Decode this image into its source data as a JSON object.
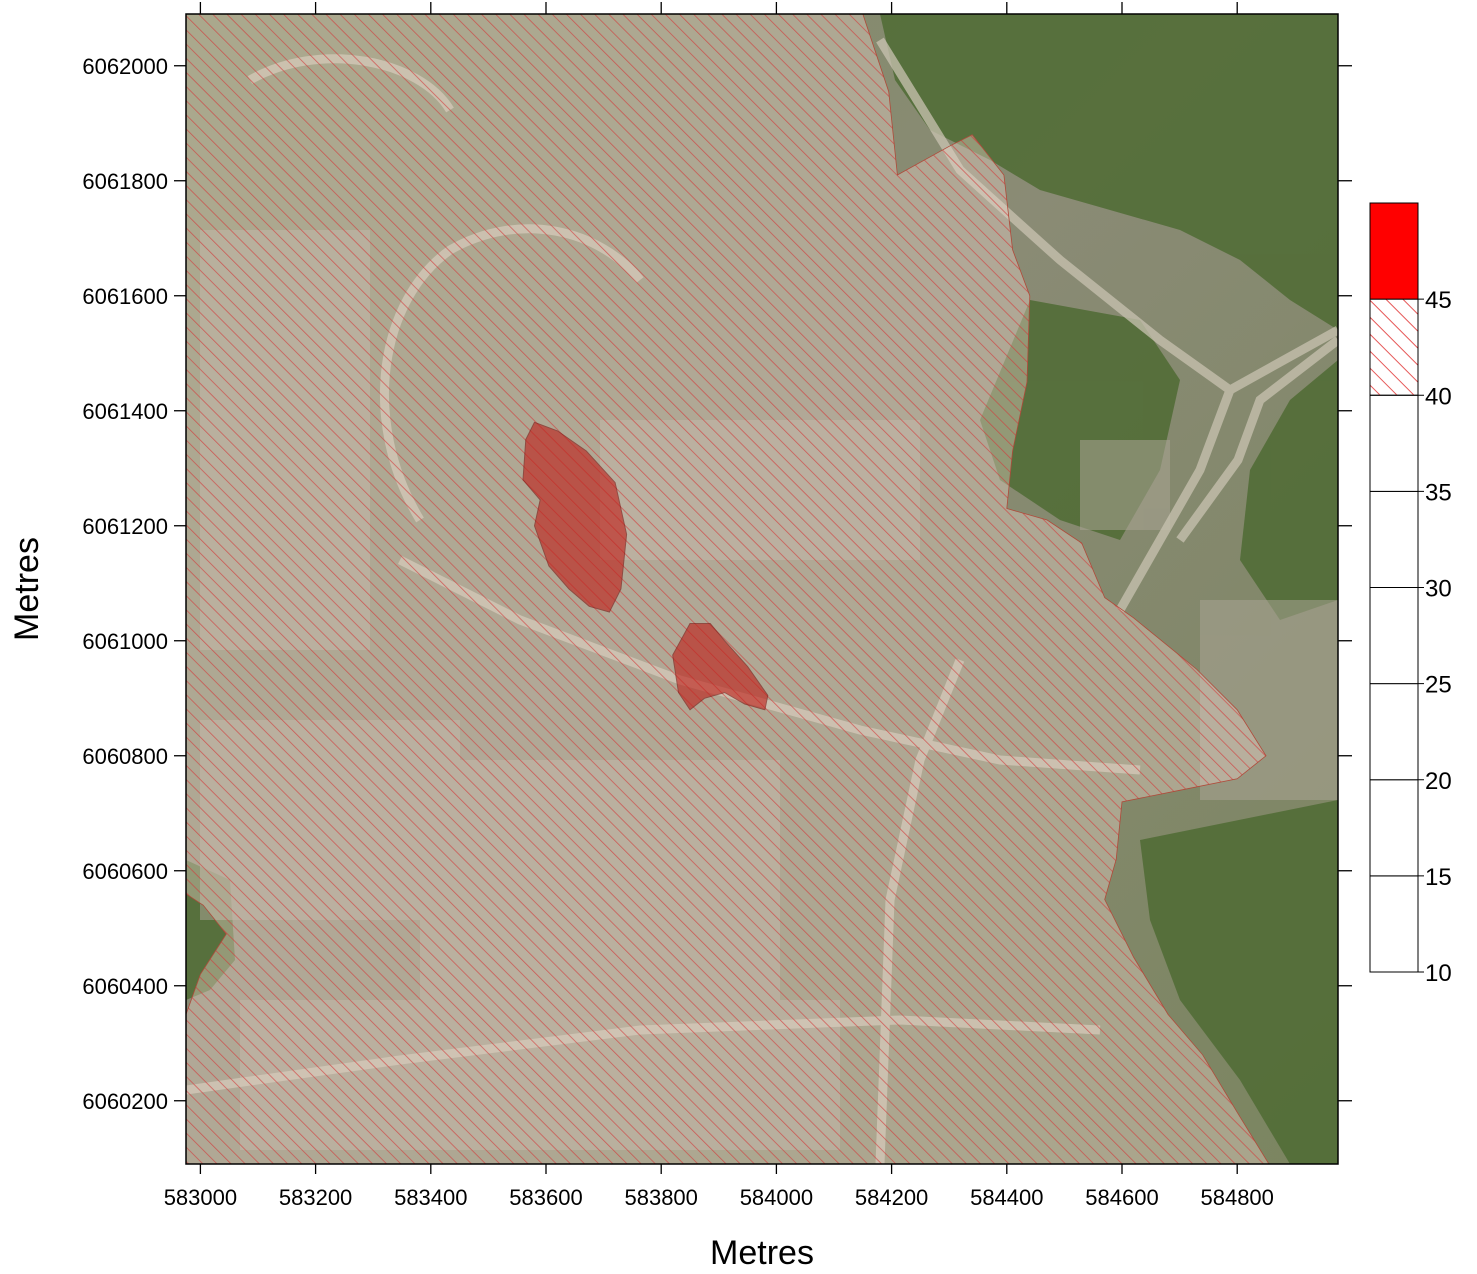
{
  "chart_data": {
    "type": "map",
    "xlabel": "Metres",
    "ylabel": "Metres",
    "xlim": [
      582975,
      584975
    ],
    "ylim": [
      6060090,
      6062090
    ],
    "x_ticks": [
      583000,
      583200,
      583400,
      583600,
      583800,
      584000,
      584200,
      584400,
      584600,
      584800
    ],
    "y_ticks": [
      6060200,
      6060400,
      6060600,
      6060800,
      6061000,
      6061200,
      6061400,
      6061600,
      6061800,
      6062000
    ],
    "x_tick_labels": [
      "583000",
      "583200",
      "583400",
      "583600",
      "583800",
      "584000",
      "584200",
      "584400",
      "584600",
      "584800"
    ],
    "y_tick_labels": [
      "6060200",
      "6060400",
      "6060600",
      "6060800",
      "6061000",
      "6061200",
      "6061400",
      "6061600",
      "6061800",
      "6062000"
    ],
    "legend": {
      "placement": "right",
      "bins": [
        {
          "from": 10,
          "to": 15,
          "fill": "none"
        },
        {
          "from": 15,
          "to": 20,
          "fill": "none"
        },
        {
          "from": 20,
          "to": 25,
          "fill": "none"
        },
        {
          "from": 25,
          "to": 30,
          "fill": "none"
        },
        {
          "from": 30,
          "to": 35,
          "fill": "none"
        },
        {
          "from": 35,
          "to": 40,
          "fill": "none"
        },
        {
          "from": 40,
          "to": 45,
          "fill": "hatch"
        },
        {
          "from": 45,
          "to": null,
          "fill": "solid"
        }
      ],
      "labels": [
        "10",
        "15",
        "20",
        "25",
        "30",
        "35",
        "40",
        "45"
      ]
    },
    "zones": [
      {
        "class": "40-45",
        "fill": "hatch",
        "polygon": [
          [
            582975,
            6062090
          ],
          [
            584150,
            6062090
          ],
          [
            584195,
            6061955
          ],
          [
            584210,
            6061810
          ],
          [
            584300,
            6061860
          ],
          [
            584340,
            6061880
          ],
          [
            584395,
            6061810
          ],
          [
            584410,
            6061680
          ],
          [
            584440,
            6061600
          ],
          [
            584435,
            6061450
          ],
          [
            584410,
            6061330
          ],
          [
            584400,
            6061230
          ],
          [
            584470,
            6061210
          ],
          [
            584530,
            6061170
          ],
          [
            584570,
            6061075
          ],
          [
            584620,
            6061040
          ],
          [
            584730,
            6060950
          ],
          [
            584800,
            6060880
          ],
          [
            584850,
            6060800
          ],
          [
            584800,
            6060760
          ],
          [
            584700,
            6060740
          ],
          [
            584600,
            6060720
          ],
          [
            584590,
            6060620
          ],
          [
            584570,
            6060550
          ],
          [
            584620,
            6060450
          ],
          [
            584680,
            6060350
          ],
          [
            584740,
            6060280
          ],
          [
            584800,
            6060180
          ],
          [
            584855,
            6060090
          ],
          [
            582975,
            6060090
          ],
          [
            582975,
            6060350
          ],
          [
            583000,
            6060420
          ],
          [
            583045,
            6060490
          ],
          [
            583005,
            6060540
          ],
          [
            582975,
            6060560
          ]
        ]
      },
      {
        "class": "45+",
        "fill": "solid",
        "polygon": [
          [
            583580,
            6061380
          ],
          [
            583620,
            6061365
          ],
          [
            583670,
            6061330
          ],
          [
            583720,
            6061275
          ],
          [
            583740,
            6061185
          ],
          [
            583730,
            6061090
          ],
          [
            583710,
            6061050
          ],
          [
            583675,
            6061060
          ],
          [
            583640,
            6061090
          ],
          [
            583605,
            6061130
          ],
          [
            583580,
            6061200
          ],
          [
            583590,
            6061245
          ],
          [
            583560,
            6061280
          ],
          [
            583565,
            6061350
          ]
        ]
      },
      {
        "class": "45+",
        "fill": "solid",
        "polygon": [
          [
            583850,
            6061030
          ],
          [
            583885,
            6061030
          ],
          [
            583910,
            6061000
          ],
          [
            583950,
            6060955
          ],
          [
            583985,
            6060905
          ],
          [
            583980,
            6060880
          ],
          [
            583945,
            6060890
          ],
          [
            583910,
            6060910
          ],
          [
            583875,
            6060900
          ],
          [
            583850,
            6060880
          ],
          [
            583830,
            6060910
          ],
          [
            583820,
            6060975
          ]
        ]
      }
    ]
  }
}
